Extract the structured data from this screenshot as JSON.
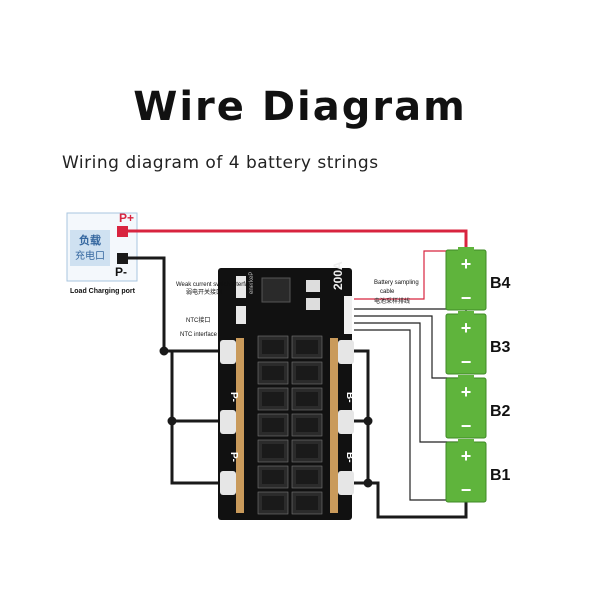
{
  "header": {
    "title": "Wire Diagram",
    "subtitle": "Wiring diagram of 4 battery strings"
  },
  "load_port": {
    "label_cn_1": "负载",
    "label_cn_2": "充电口",
    "p_plus": "P+",
    "p_minus": "P-",
    "caption": "Load Charging port"
  },
  "board": {
    "rating": "200A",
    "brand": "enerkeP",
    "weak_current_label": "Weak current switch interface",
    "weak_current_label_cn": "弱电开关接口",
    "ntc_label_cn": "NTC接口",
    "ntc_label": "NTC interface",
    "terminal_p": "P-",
    "terminal_b": "B-",
    "sampling_label_1": "Battery sampling",
    "sampling_label_2": "cable",
    "sampling_label_cn": "电池采样排线"
  },
  "batteries": [
    {
      "label": "B4",
      "plus": "+",
      "minus": "−"
    },
    {
      "label": "B3",
      "plus": "+",
      "minus": "−"
    },
    {
      "label": "B2",
      "plus": "+",
      "minus": "−"
    },
    {
      "label": "B1",
      "plus": "+",
      "minus": "−"
    }
  ],
  "colors": {
    "battery_green": "#5fb43c",
    "wire_red": "#d8243f",
    "wire_black": "#1a1a1a",
    "board_black": "#111111"
  }
}
